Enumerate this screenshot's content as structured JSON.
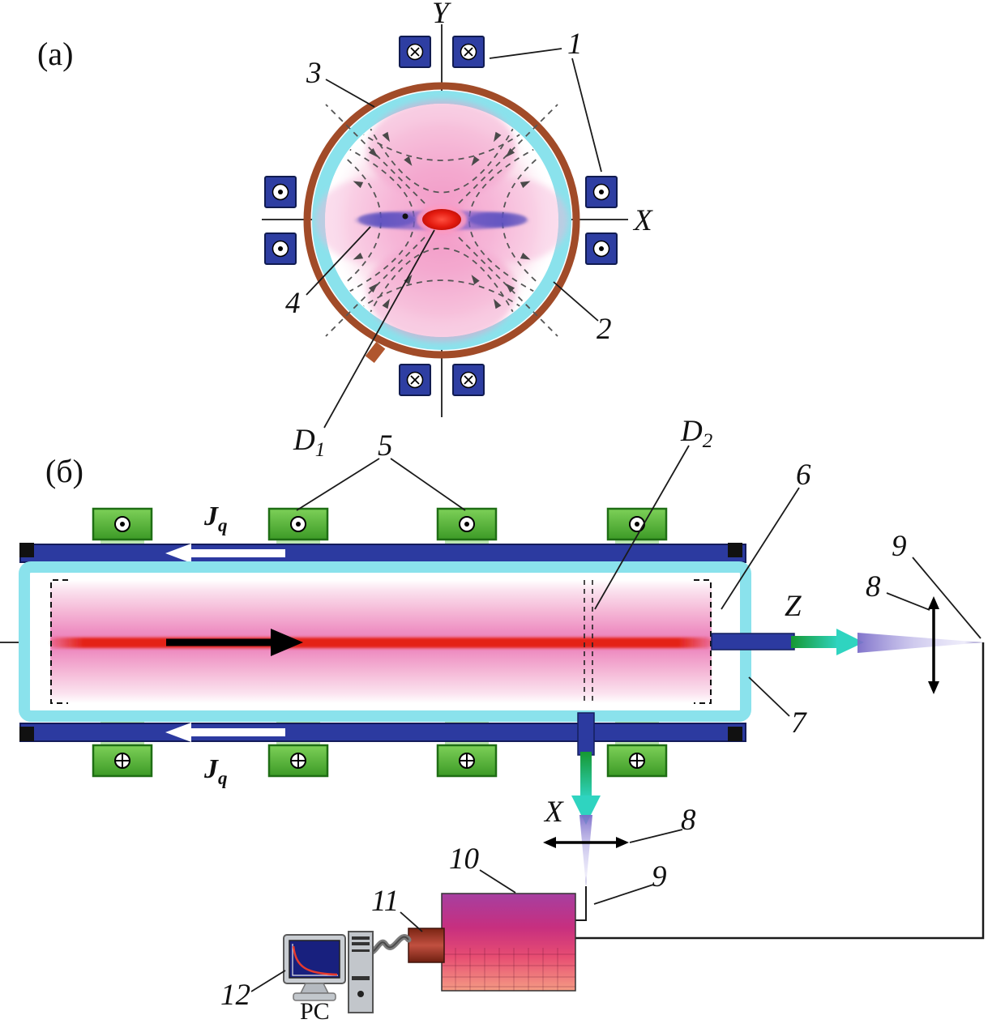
{
  "figure": {
    "type": "physics-apparatus-schematic",
    "panels": [
      "(a) transverse cross-section",
      "(б) longitudinal section with diagnostics"
    ]
  },
  "panel_a": {
    "tag": "(a)",
    "axis_y": "Y",
    "axis_x": "X",
    "n1": "1",
    "n2": "2",
    "n3": "3",
    "n4": "4",
    "d1_base": "D",
    "d1_sub": "1"
  },
  "panel_b": {
    "tag": "(б)",
    "n5": "5",
    "n6": "6",
    "n7": "7",
    "n8": "8",
    "n9": "9",
    "n10": "10",
    "n11": "11",
    "n12": "12",
    "d2_base": "D",
    "d2_sub": "2",
    "jq_base": "J",
    "jq_sub": "q",
    "axis_z": "Z",
    "axis_x": "X",
    "pc": "PC"
  },
  "colors": {
    "coil_blue": "#2e3ea2",
    "rail_blue": "#2c3aa0",
    "wall_cyan": "#8ae2ec",
    "shell_brown": "#a14b28",
    "plasma_pink": "#ee8ec2",
    "core_red": "#e42114",
    "beam_purple": "#7a6cc8",
    "coil_green": "#52b43c",
    "arrow_green_cyan": "#2fd4c0",
    "detector_magenta": "#c72f7f"
  }
}
